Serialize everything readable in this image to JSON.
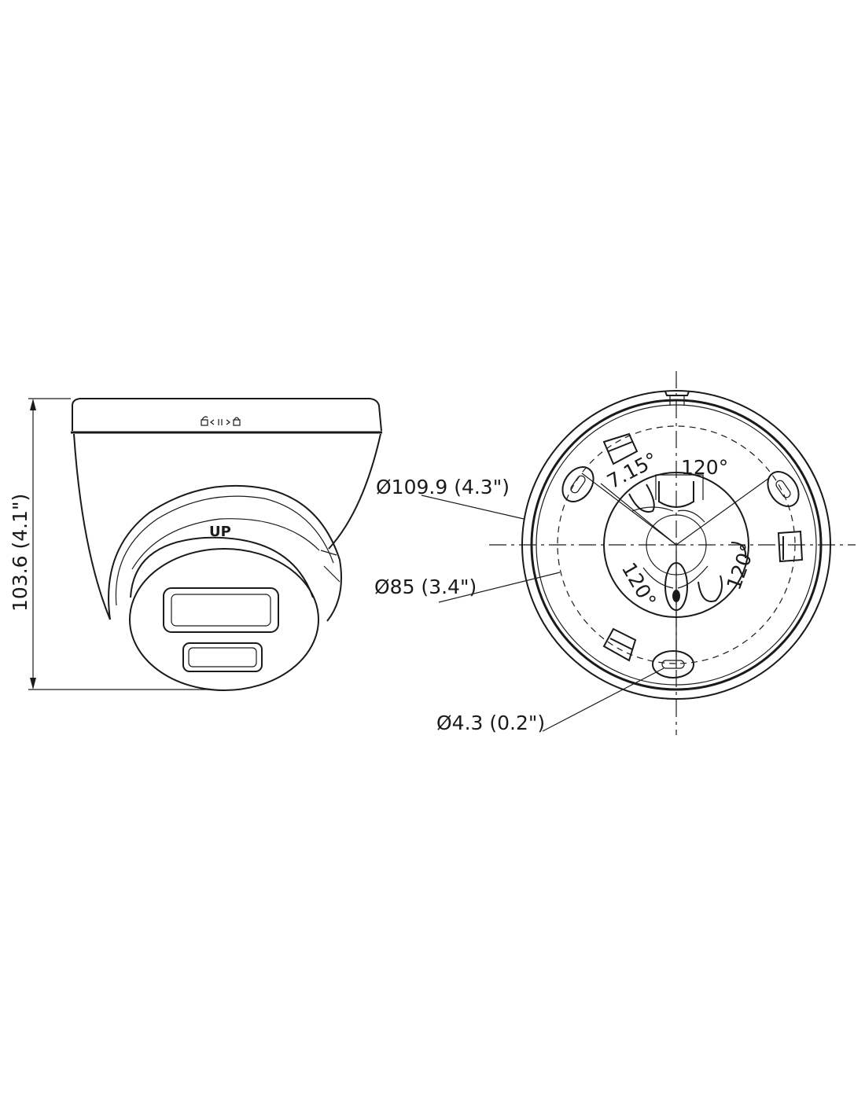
{
  "side_view": {
    "up_label": "UP",
    "height_dimension": "103.6 (4.1\")"
  },
  "bottom_view": {
    "outer_diameter": "Ø109.9 (4.3\")",
    "hole_circle_diameter": "Ø85 (3.4\")",
    "screw_hole_diameter": "Ø4.3 (0.2\")",
    "offset_angle": "7.15°",
    "angle_top": "120°",
    "angle_right": "120°",
    "angle_left": "120°"
  }
}
